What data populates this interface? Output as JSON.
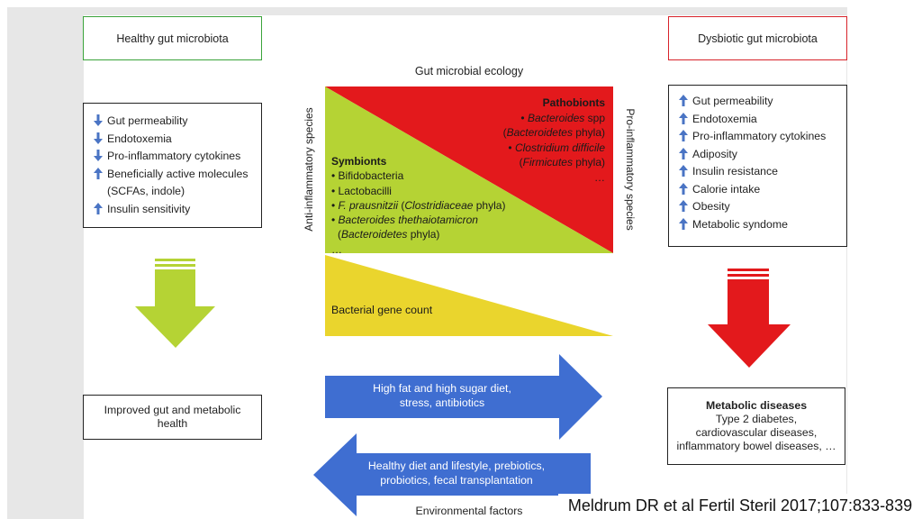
{
  "healthy_header": "Healthy gut microbiota",
  "dysbiotic_header": "Dysbiotic gut microbiota",
  "ecology_title": "Gut microbial ecology",
  "anti_inflammatory_label": "Anti-inflammatory species",
  "pro_inflammatory_label": "Pro-inflammatory species",
  "healthy_list": [
    {
      "arrow": "down",
      "text": "Gut permeability"
    },
    {
      "arrow": "down",
      "text": "Endotoxemia"
    },
    {
      "arrow": "down",
      "text": "Pro-inflammatory cytokines"
    },
    {
      "arrow": "up",
      "text": "Beneficially active molecules"
    },
    {
      "arrow": "none",
      "text": "(SCFAs, indole)"
    },
    {
      "arrow": "up",
      "text": "Insulin sensitivity"
    }
  ],
  "dysbiotic_list": [
    {
      "arrow": "up",
      "text": "Gut permeability"
    },
    {
      "arrow": "up",
      "text": "Endotoxemia"
    },
    {
      "arrow": "up",
      "text": "Pro-inflammatory cytokines"
    },
    {
      "arrow": "up",
      "text": "Adiposity"
    },
    {
      "arrow": "up",
      "text": "Insulin resistance"
    },
    {
      "arrow": "up",
      "text": "Calorie intake"
    },
    {
      "arrow": "up",
      "text": "Obesity"
    },
    {
      "arrow": "up",
      "text": "Metabolic syndome"
    }
  ],
  "pathobionts": {
    "title": "Pathobionts",
    "line1_bullet": "• ",
    "line1_italic": "Bacteroides",
    "line1_rest": " spp",
    "line2_open": "(",
    "line2_italic": "Bacteroidetes",
    "line2_rest": " phyla)",
    "line3_bullet": "• ",
    "line3_italic": "Clostridium difficile",
    "line4_open": "(",
    "line4_italic": "Firmicutes",
    "line4_rest": " phyla)",
    "ellipsis": "…"
  },
  "symbionts": {
    "title": "Symbionts",
    "item1": "• Bifidobacteria",
    "item2": "• Lactobacilli",
    "item3_bullet": "• ",
    "item3_italic1": "F. prausnitzii",
    "item3_mid": " (",
    "item3_italic2": "Clostridiaceae",
    "item3_rest": " phyla)",
    "item4_bullet": "• ",
    "item4_italic": "Bacteroides thethaiotamicron",
    "item5_open": "(",
    "item5_italic": "Bacteroidetes",
    "item5_rest": " phyla)",
    "ellipsis": "…"
  },
  "gene_count_label": "Bacterial gene count",
  "improved_box": "Improved gut and metabolic health",
  "metabolic": {
    "title": "Metabolic diseases",
    "line1": "Type 2 diabetes,",
    "line2": "cardiovascular diseases,",
    "line3": "inflammatory bowel diseases, …"
  },
  "arrow_right_text_1": "High fat and high sugar diet,",
  "arrow_right_text_2": "stress, antibiotics",
  "arrow_left_text_1": "Healthy diet and lifestyle, prebiotics,",
  "arrow_left_text_2": "probiotics, fecal transplantation",
  "environmental_factors": "Environmental factors",
  "citation": "Meldrum DR et al Fertil Steril 2017;107:833-839",
  "colors": {
    "green": "#b5d334",
    "red": "#e3191c",
    "yellow": "#ead52d",
    "blue": "#3f6ed1",
    "healthy_border": "#3aa33a",
    "dysbiotic_border": "#d8232a",
    "arrow_icon": "#4a74c4"
  }
}
